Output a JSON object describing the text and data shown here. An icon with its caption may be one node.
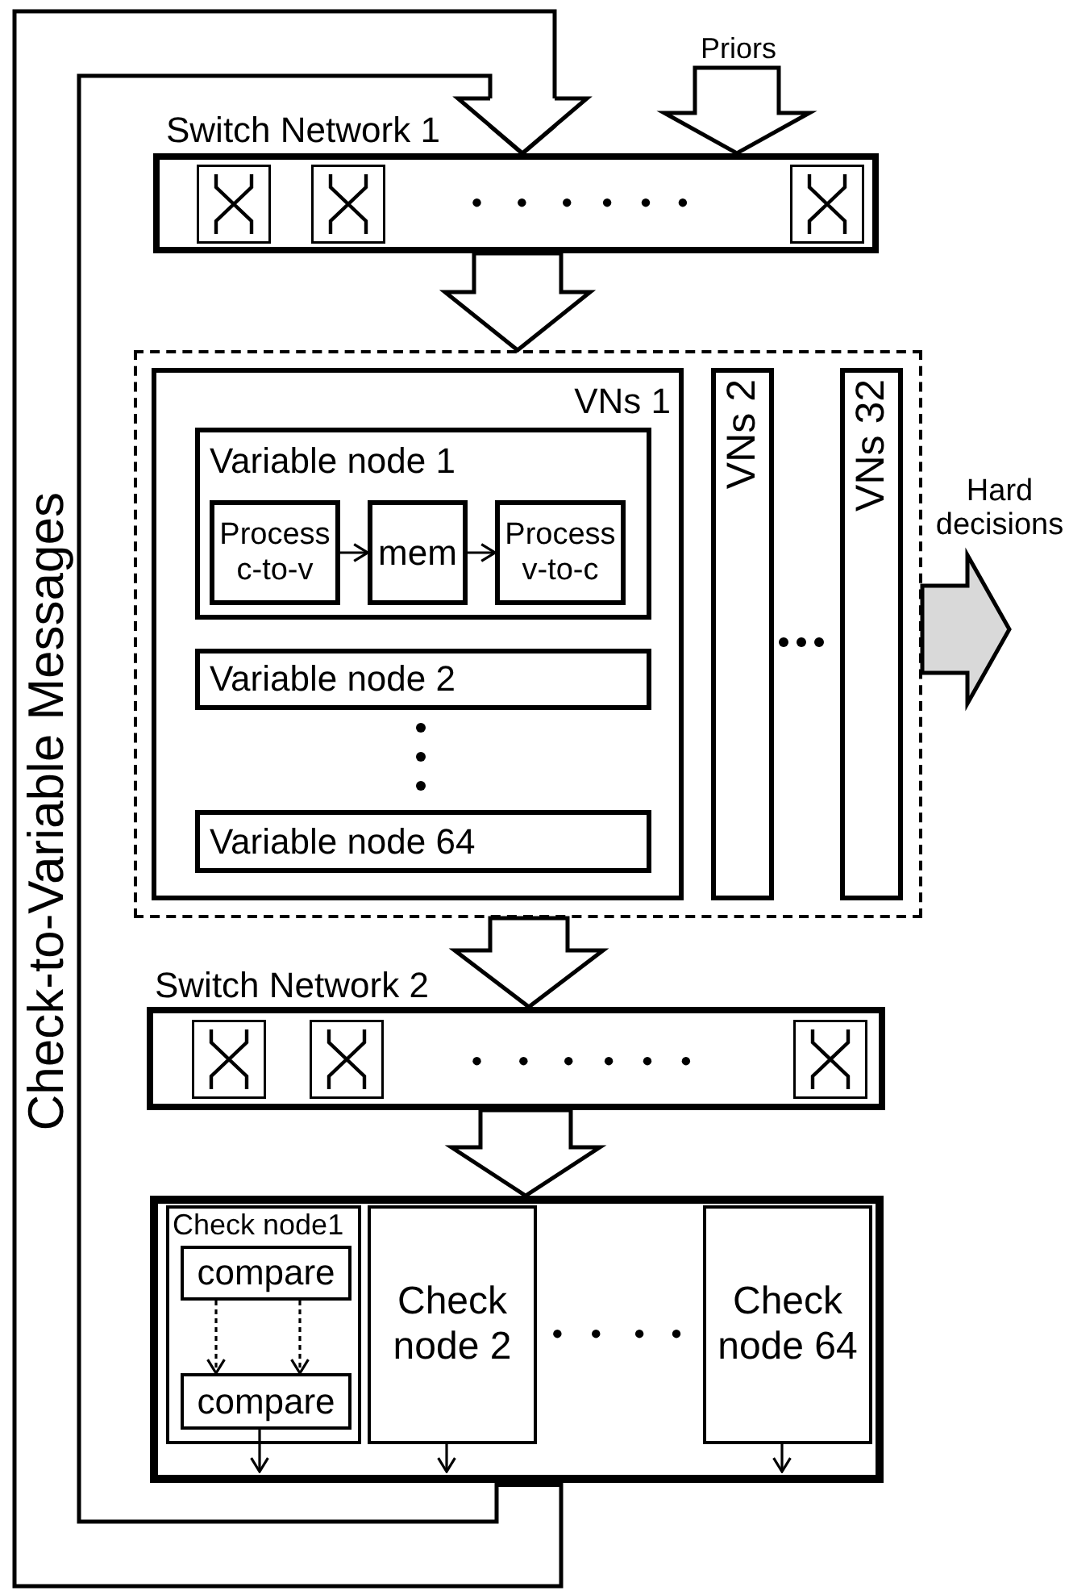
{
  "diagram": {
    "nodes": [
      {
        "text": [
          "Priors"
        ]
      },
      {
        "text": [
          "Switch Network 1"
        ]
      },
      {
        "text": [],
        "shape": "box"
      },
      {
        "text": [
          "VNs 1"
        ],
        "in": 2
      },
      {
        "text": [
          "Variable node 1"
        ],
        "in": 3
      },
      {
        "text": [
          "Process c-to-v"
        ],
        "in": 4
      },
      {
        "text": [
          "mem"
        ],
        "in": 4
      },
      {
        "text": [
          "Process v-to-c"
        ],
        "in": 4
      },
      {
        "text": [
          "Variable node 2"
        ],
        "in": 3
      },
      {
        "text": [
          "Variable node 64"
        ],
        "in": 3
      },
      {
        "text": [
          "VNs 2"
        ],
        "in": 2
      },
      {
        "text": [
          "VNs 32"
        ],
        "in": 2
      },
      {
        "text": [
          "Switch Network 2"
        ]
      },
      {
        "text": [],
        "shape": "box"
      },
      {
        "text": [
          "Check node1"
        ],
        "in": 13
      },
      {
        "text": [
          "compare"
        ],
        "in": 14
      },
      {
        "text": [
          "compare"
        ],
        "in": 14
      },
      {
        "text": [
          "Check node 2"
        ],
        "in": 13
      },
      {
        "text": [
          "Check node 64"
        ],
        "in": 13
      }
    ],
    "edges": [
      {
        "from": 0,
        "to": 1,
        "arrow": "to",
        "style": "thick"
      },
      {
        "from": 13,
        "to": 1,
        "arrow": "to",
        "style": "thick",
        "label": "Check-to-Variable Messages"
      },
      {
        "from": 1,
        "to": 2,
        "arrow": "to",
        "style": "thick"
      },
      {
        "from": 5,
        "to": 6,
        "arrow": "to"
      },
      {
        "from": 6,
        "to": 7,
        "arrow": "to"
      },
      {
        "from": 2,
        "to": null,
        "arrow": "to",
        "style": "thick",
        "color": "#d9d9d9",
        "label": "Hard decisions"
      },
      {
        "from": 2,
        "to": 12,
        "arrow": "to",
        "style": "thick"
      },
      {
        "from": 12,
        "to": 13,
        "arrow": "to",
        "style": "thick"
      },
      {
        "from": 15,
        "to": 16,
        "arrow": "to",
        "style": "dashed"
      },
      {
        "from": 15,
        "to": 16,
        "arrow": "to",
        "style": "dashed"
      },
      {
        "from": 16,
        "to": null,
        "arrow": "to"
      },
      {
        "from": 17,
        "to": null,
        "arrow": "to"
      },
      {
        "from": 18,
        "to": null,
        "arrow": "to"
      }
    ]
  }
}
